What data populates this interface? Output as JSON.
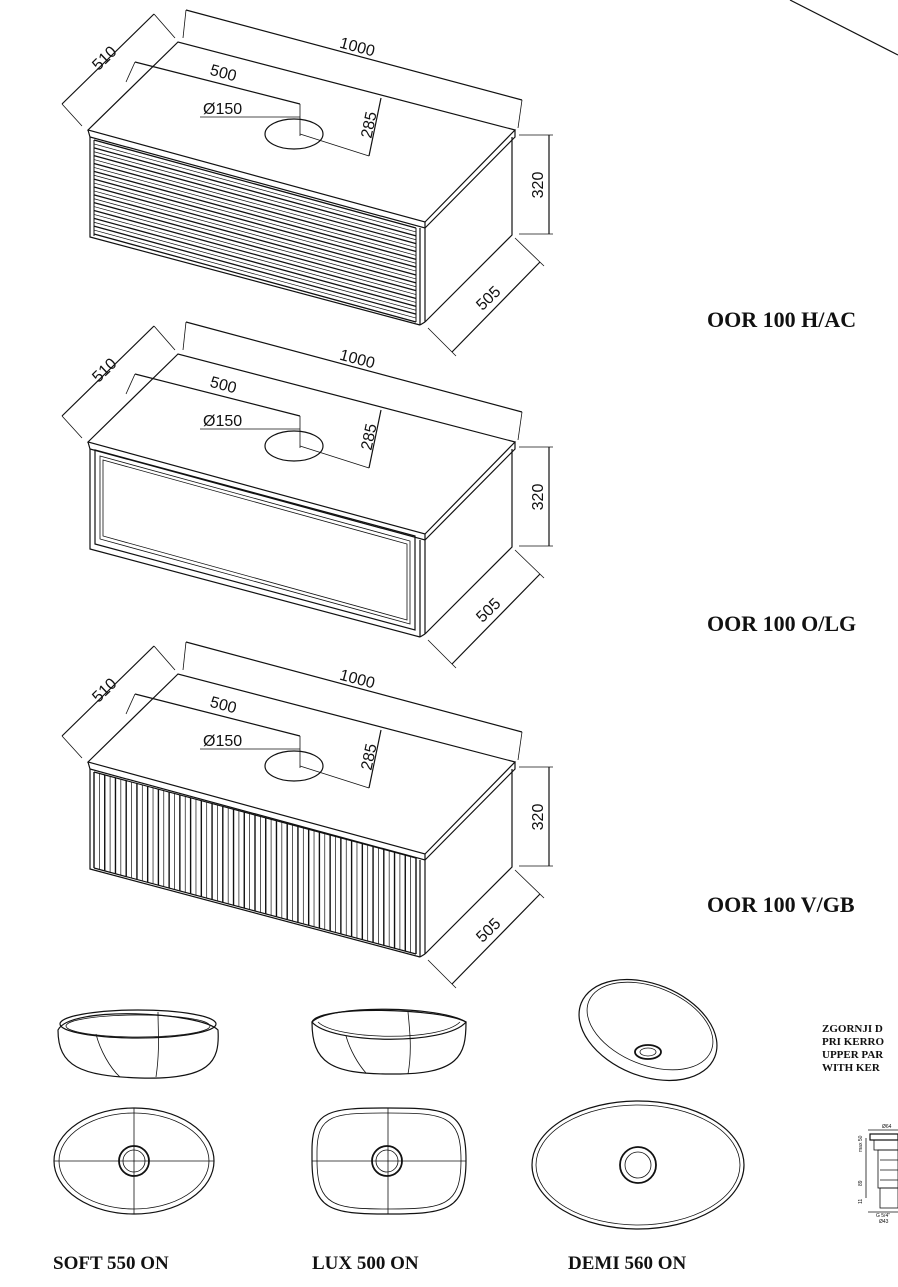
{
  "units": {
    "dimensions": {
      "depth": "510",
      "width": "1000",
      "offset": "500",
      "hole_diameter": "Ø150",
      "hole_depth": "285",
      "height": "320",
      "body_depth": "505"
    },
    "models": [
      {
        "name": "OOR 100 H/AC",
        "front": "horizontal-slats"
      },
      {
        "name": "OOR 100 O/LG",
        "front": "framed-drawer"
      },
      {
        "name": "OOR 100 V/GB",
        "front": "vertical-slats"
      }
    ]
  },
  "basins": [
    {
      "name": "SOFT 550 ON",
      "shape": "oval"
    },
    {
      "name": "LUX 500 ON",
      "shape": "rounded-rect"
    },
    {
      "name": "DEMI  560 ON",
      "shape": "egg"
    }
  ],
  "drain_note": {
    "lines": [
      "ZGORNJI D",
      "PRI KERRO",
      "UPPER PAR",
      "WITH KER"
    ]
  },
  "drain_detail": {
    "labels": [
      "Ø64",
      "max 50",
      "89",
      "11",
      "G 5/4\"",
      "Ø43"
    ]
  }
}
